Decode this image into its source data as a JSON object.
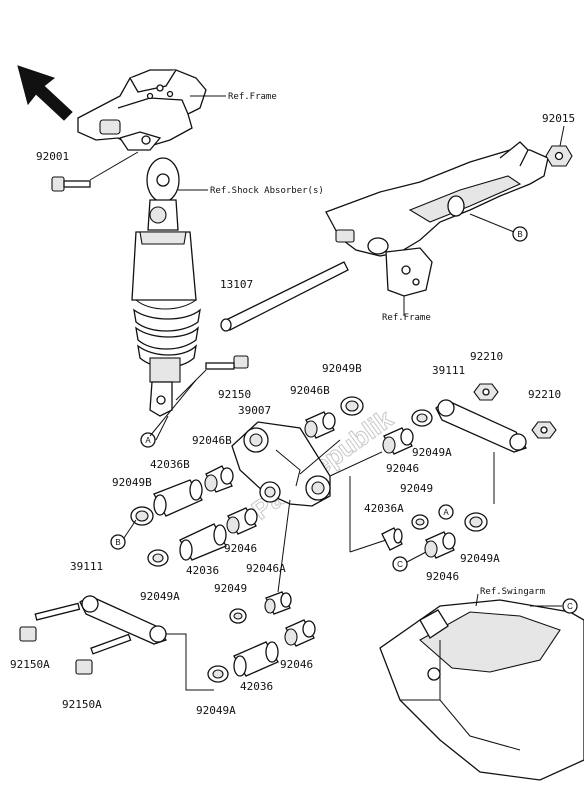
{
  "diagram": {
    "watermark": "Partsrepublik",
    "refs": {
      "frame_top": "Ref.Frame",
      "shock": "Ref.Shock Absorber(s)",
      "frame_mid": "Ref.Frame",
      "swingarm": "Ref.Swingarm"
    },
    "callouts": {
      "A": "A",
      "B": "B",
      "C": "C"
    },
    "parts": {
      "p92001": "92001",
      "p92015": "92015",
      "p13107": "13107",
      "p92150": "92150",
      "p92046B_1": "92046B",
      "p92049B_1": "92049B",
      "p39007": "39007",
      "p92046B_2": "92046B",
      "p42036B": "42036B",
      "p92049B_2": "92049B",
      "p92046_1": "92046",
      "p92210_1": "92210",
      "p39111_r": "39111",
      "p92210_2": "92210",
      "p92049A_1": "92049A",
      "p92049": "92049",
      "p42036A": "42036A",
      "p92049A_2": "92049A",
      "p92046_2": "92046",
      "p92046_3": "92046",
      "p42036_1": "42036",
      "p92046A": "92046A",
      "p92049_2": "92049",
      "p39111_l": "39111",
      "p92049A_3": "92049A",
      "p92150A_1": "92150A",
      "p92150A_2": "92150A",
      "p92046_4": "92046",
      "p42036_2": "42036",
      "p92049A_4": "92049A"
    }
  }
}
